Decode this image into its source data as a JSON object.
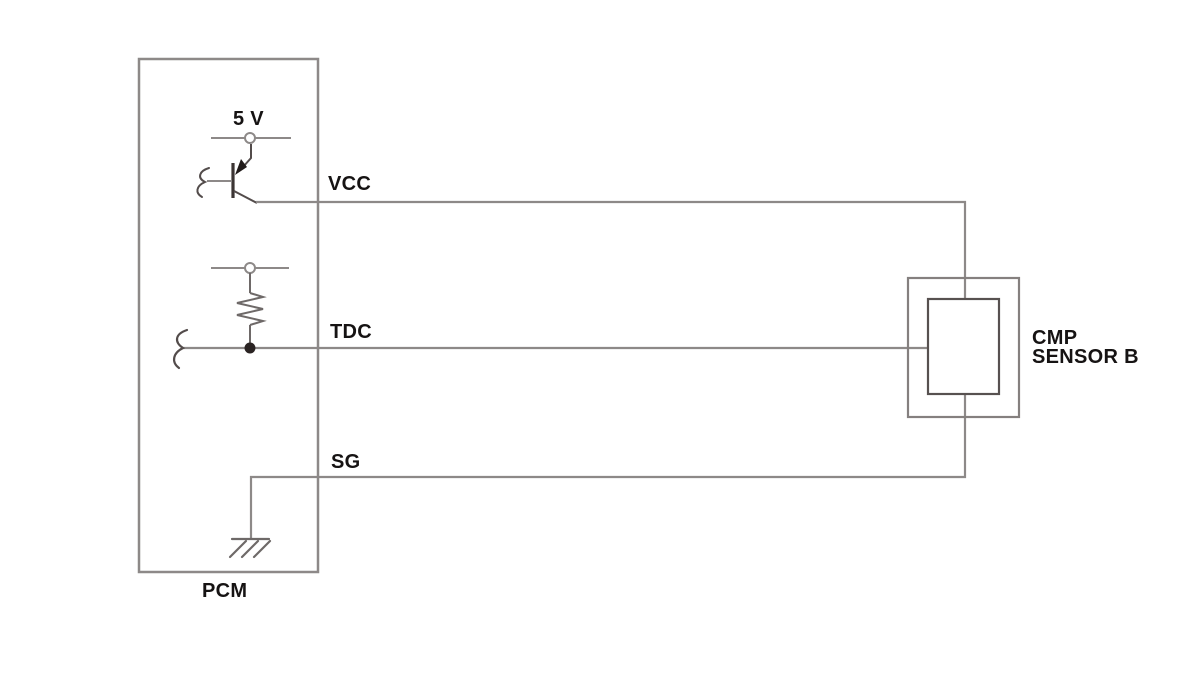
{
  "diagram": {
    "title": "PCM to CMP Sensor B wiring schematic",
    "colors": {
      "background": "#ffffff",
      "wire_gray": "#8d8988",
      "box_gray": "#8d8988",
      "inner_box_dark": "#575150",
      "component_dark": "#2e2726",
      "text": "#161313"
    },
    "pcm": {
      "label": "PCM",
      "supply_label": "5 V"
    },
    "wires": [
      {
        "name": "VCC",
        "label": "VCC"
      },
      {
        "name": "TDC",
        "label": "TDC"
      },
      {
        "name": "SG",
        "label": "SG"
      }
    ],
    "sensor": {
      "label_line1": "CMP",
      "label_line2": "SENSOR B"
    }
  }
}
